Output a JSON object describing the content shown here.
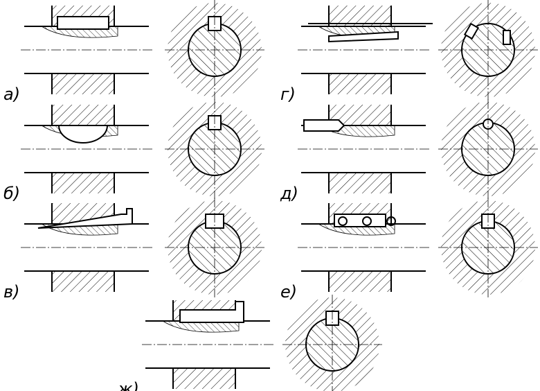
{
  "title": "Key joint types",
  "panels": [
    {
      "id": "a",
      "label": "а)",
      "key": "prismatic"
    },
    {
      "id": "b",
      "label": "б)",
      "key": "segment"
    },
    {
      "id": "v",
      "label": "в)",
      "key": "wedge-gib"
    },
    {
      "id": "g",
      "label": "г)",
      "key": "tangential"
    },
    {
      "id": "d",
      "label": "д)",
      "key": "pin"
    },
    {
      "id": "e",
      "label": "е)",
      "key": "screwed-feather"
    },
    {
      "id": "zh",
      "label": "ж)",
      "key": "sliding-feather"
    }
  ],
  "colors": {
    "line": "#000000",
    "background": "#ffffff"
  }
}
